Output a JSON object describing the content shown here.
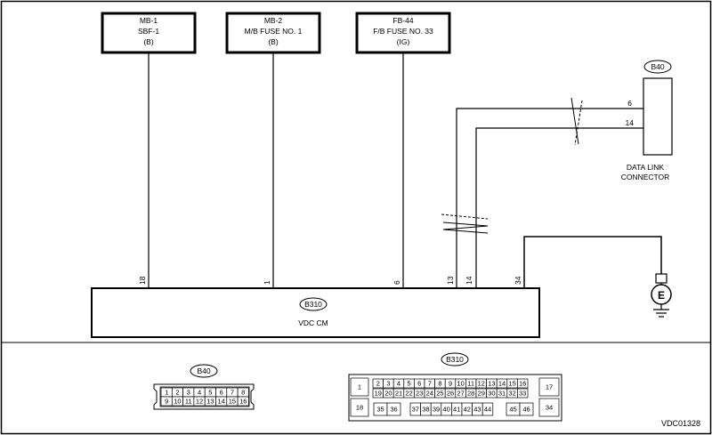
{
  "fuses": [
    {
      "line1": "MB-1",
      "line2": "SBF-1",
      "line3": "(B)"
    },
    {
      "line1": "MB-2",
      "line2": "M/B FUSE NO. 1",
      "line3": "(B)"
    },
    {
      "line1": "FB-44",
      "line2": "F/B FUSE NO. 33",
      "line3": "(IG)"
    }
  ],
  "module": {
    "connector": "B310",
    "name": "VDC CM"
  },
  "pin_labels": {
    "p18": "18",
    "p1": "1",
    "p6": "6",
    "p13": "13",
    "p14": "14",
    "p34": "34"
  },
  "dlc": {
    "connector": "B40",
    "pin6": "6",
    "pin14": "14",
    "name_line1": "DATA LINK",
    "name_line2": "CONNECTOR"
  },
  "ground": {
    "symbol": "E"
  },
  "b40_connector": {
    "label": "B40",
    "row1": [
      "1",
      "2",
      "3",
      "4",
      "5",
      "6",
      "7",
      "8"
    ],
    "row2": [
      "9",
      "10",
      "11",
      "12",
      "13",
      "14",
      "15",
      "16"
    ]
  },
  "b310_connector": {
    "label": "B310",
    "left_pins": [
      "1",
      "18"
    ],
    "right_pins": [
      "17",
      "34"
    ],
    "row1": [
      "2",
      "3",
      "4",
      "5",
      "6",
      "7",
      "8",
      "9",
      "10",
      "11",
      "12",
      "13",
      "14",
      "15",
      "16"
    ],
    "row2": [
      "19",
      "20",
      "21",
      "22",
      "23",
      "24",
      "25",
      "26",
      "27",
      "28",
      "29",
      "30",
      "31",
      "32",
      "33"
    ],
    "row3_a": [
      "35",
      "36"
    ],
    "row3_b": [
      "37",
      "38",
      "39",
      "40",
      "41",
      "42",
      "43",
      "44"
    ],
    "row3_c": [
      "45",
      "46"
    ]
  },
  "figure_code": "VDC01328"
}
